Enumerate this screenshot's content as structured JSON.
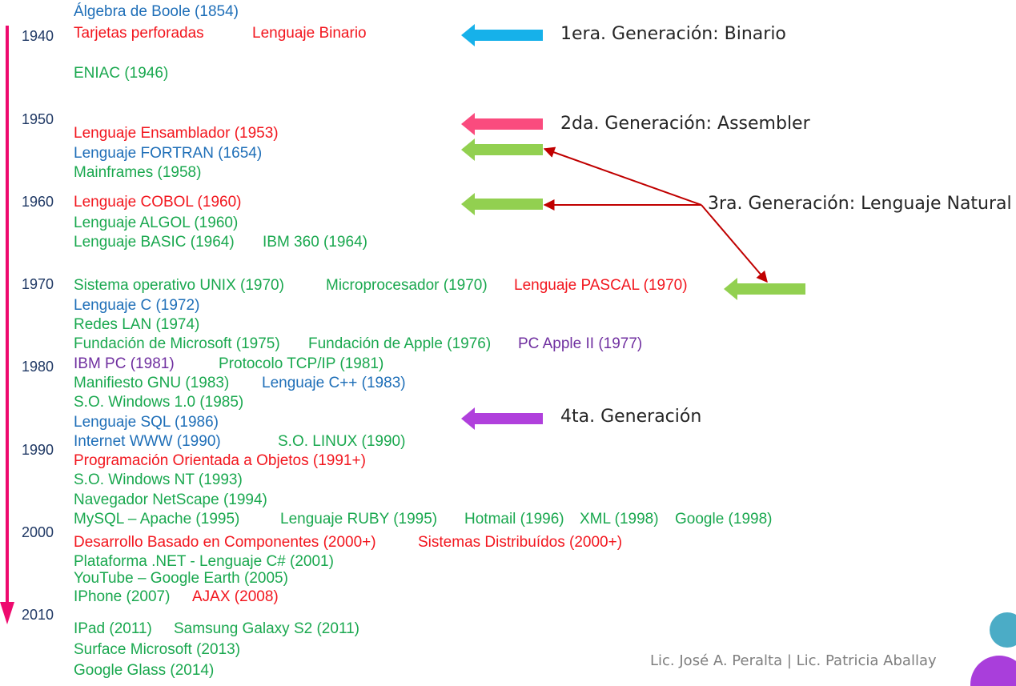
{
  "colors": {
    "blue": "#1F6FB8",
    "red": "#F2161E",
    "green": "#1AA84F",
    "purple": "#7030A0",
    "timeline": "#EE0A6E",
    "arrow_cyan": "#16B1EA",
    "arrow_pink": "#FA4B7E",
    "arrow_green": "#92D050",
    "arrow_purple": "#B040DC",
    "connector": "#C00000",
    "circle_teal": "#4BACC6",
    "circle_purple": "#A93EDB"
  },
  "years": [
    "1940",
    "1950",
    "1960",
    "1970",
    "1980",
    "1990",
    "2000",
    "2010"
  ],
  "events": [
    {
      "text": "Álgebra de Boole (1854)",
      "color": "blue"
    },
    {
      "text": "Tarjetas perforadas",
      "color": "red"
    },
    {
      "text": "Lenguaje Binario",
      "color": "red"
    },
    {
      "text": "ENIAC (1946)",
      "color": "green"
    },
    {
      "text": "Lenguaje Ensamblador (1953)",
      "color": "red"
    },
    {
      "text": "Lenguaje FORTRAN (1654)",
      "color": "blue"
    },
    {
      "text": "Mainframes (1958)",
      "color": "green"
    },
    {
      "text": "Lenguaje COBOL (1960)",
      "color": "red"
    },
    {
      "text": "Lenguaje ALGOL (1960)",
      "color": "green"
    },
    {
      "text": "Lenguaje BASIC (1964)",
      "color": "green"
    },
    {
      "text": "IBM 360 (1964)",
      "color": "green"
    },
    {
      "text": "Sistema operativo UNIX (1970)",
      "color": "green"
    },
    {
      "text": "Microprocesador (1970)",
      "color": "green"
    },
    {
      "text": "Lenguaje PASCAL (1970)",
      "color": "red"
    },
    {
      "text": "Lenguaje C (1972)",
      "color": "blue"
    },
    {
      "text": "Redes LAN (1974)",
      "color": "green"
    },
    {
      "text": "Fundación de Microsoft (1975)",
      "color": "green"
    },
    {
      "text": "Fundación de Apple (1976)",
      "color": "green"
    },
    {
      "text": "PC Apple II (1977)",
      "color": "purple"
    },
    {
      "text": "IBM PC (1981)",
      "color": "purple"
    },
    {
      "text": "Protocolo TCP/IP (1981)",
      "color": "green"
    },
    {
      "text": "Manifiesto GNU (1983)",
      "color": "green"
    },
    {
      "text": "Lenguaje C++ (1983)",
      "color": "blue"
    },
    {
      "text": "S.O. Windows 1.0 (1985)",
      "color": "green"
    },
    {
      "text": "Lenguaje SQL (1986)",
      "color": "blue"
    },
    {
      "text": "Internet WWW (1990)",
      "color": "blue"
    },
    {
      "text": "S.O. LINUX (1990)",
      "color": "green"
    },
    {
      "text": "Programación Orientada a Objetos (1991+)",
      "color": "red"
    },
    {
      "text": "S.O. Windows NT (1993)",
      "color": "green"
    },
    {
      "text": "Navegador NetScape (1994)",
      "color": "green"
    },
    {
      "text": "MySQL – Apache (1995)",
      "color": "green"
    },
    {
      "text": "Lenguaje RUBY (1995)",
      "color": "green"
    },
    {
      "text": "Hotmail (1996)",
      "color": "green"
    },
    {
      "text": "XML (1998)",
      "color": "green"
    },
    {
      "text": "Google (1998)",
      "color": "green"
    },
    {
      "text": "Desarrollo Basado en Componentes (2000+)",
      "color": "red"
    },
    {
      "text": "Sistemas Distribuídos (2000+)",
      "color": "red"
    },
    {
      "text": "Plataforma .NET - Lenguaje C# (2001)",
      "color": "green"
    },
    {
      "text": "YouTube – Google Earth (2005)",
      "color": "green"
    },
    {
      "text": "IPhone (2007)",
      "color": "green"
    },
    {
      "text": "AJAX (2008)",
      "color": "red"
    },
    {
      "text": "IPad (2011)",
      "color": "green"
    },
    {
      "text": "Samsung Galaxy S2 (2011)",
      "color": "green"
    },
    {
      "text": "Surface Microsoft  (2013)",
      "color": "green"
    },
    {
      "text": "Google Glass (2014)",
      "color": "green"
    }
  ],
  "generations": [
    {
      "label": "1era. Generación: Binario"
    },
    {
      "label": "2da. Generación: Assembler"
    },
    {
      "label": "3ra. Generación: Lenguaje Natural"
    },
    {
      "label": "4ta. Generación"
    }
  ],
  "footer": "Lic. José A. Peralta | Lic. Patricia Aballay"
}
